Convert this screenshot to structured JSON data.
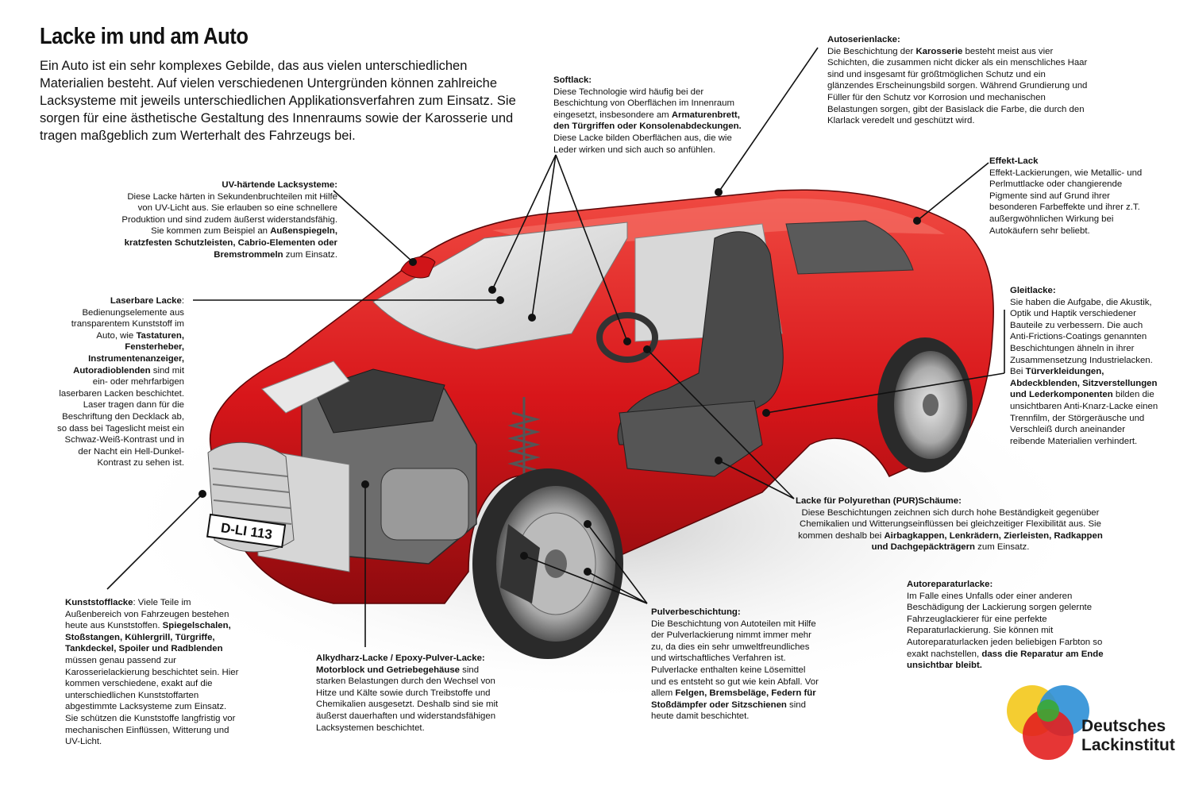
{
  "title": "Lacke im und am Auto",
  "intro": "Ein Auto ist ein sehr komplexes Gebilde, das aus vielen unterschiedlichen Materialien besteht. Auf vielen verschiedenen Untergründen können zahlreiche Lacksysteme mit jeweils unterschiedlichen Applikationsverfahren zum Einsatz. Sie sorgen für eine ästhetische Gestaltung des Innenraums sowie der Karosserie und tragen maßgeblich zum Werterhalt des Fahrzeugs bei.",
  "plate": "D-LI 113",
  "callouts": {
    "softlack": {
      "heading": "Softlack:",
      "t1": "Diese Technologie wird häufig bei der Beschichtung von Oberflächen im Innenraum eingesetzt, insbesondere am ",
      "b1": "Armaturenbrett, den Türgriffen oder Konsolenabdeckungen.",
      "t2": " Diese Lacke bilden Oberflächen aus, die wie Leder wirken und sich auch so anfühlen."
    },
    "autoserien": {
      "heading": "Autoserienlacke:",
      "t1": "Die Beschichtung der ",
      "b1": "Karosserie",
      "t2": " besteht meist aus vier Schichten, die zusammen nicht dicker als ein menschliches Haar sind und insgesamt für größtmöglichen Schutz und ein glänzendes Erscheinungsbild sorgen. Während Grundierung und Füller für den Schutz vor Korrosion und mechanischen Belastungen sorgen, gibt der Basislack die Farbe, die durch den Klarlack veredelt und geschützt wird."
    },
    "effekt": {
      "heading": "Effekt-Lack",
      "text": "Effekt-Lackierungen, wie Metallic- und Perlmuttlacke oder changierende Pigmente sind auf Grund ihrer besonderen Farbeffekte und ihrer z.T. außergwöhnlichen Wirkung bei Autokäufern sehr beliebt."
    },
    "uv": {
      "heading": "UV-härtende Lacksysteme:",
      "t1": "Diese Lacke härten in Sekundenbruchteilen mit Hilfe von UV-Licht aus. Sie erlauben so eine schnellere Produktion und sind zudem äußerst widerstandsfähig. Sie kommen zum Beispiel an ",
      "b1": "Außenspiegeln, kratzfesten Schutzleisten, Cabrio-Elementen oder Bremstrommeln",
      "t2": " zum Einsatz."
    },
    "laser": {
      "heading": "Laserbare Lacke",
      "t1": ": Bedienungselemente aus transparentem Kunststoff im Auto, wie ",
      "b1": "Tastaturen, Fensterheber, Instrumentenanzeiger, Autoradioblenden",
      "t2": " sind mit ein- oder mehrfarbigen laserbaren Lacken beschichtet. Laser tragen dann für die Beschriftung den Decklack ab, so dass bei Tageslicht meist ein Schwaz-Weiß-Kontrast und in der Nacht ein Hell-Dunkel-Kontrast zu sehen ist."
    },
    "gleit": {
      "heading": "Gleitlacke:",
      "t1": "Sie haben die Aufgabe, die Akustik, Optik und Haptik verschiedener Bauteile zu verbessern. Die auch Anti-Frictions-Coatings genannten Beschichtungen ähneln in ihrer Zusammensetzung Industrielacken. Bei ",
      "b1": "Türverkleidungen, Abdeckblenden, Sitzverstellungen und Lederkomponenten",
      "t2": " bilden die unsichtbaren Anti-Knarz-Lacke einen Trennfilm, der Störgeräusche und Verschleiß durch aneinander reibende Materialien verhindert."
    },
    "pur": {
      "heading": "Lacke für Polyurethan (PUR)Schäume:",
      "t1": "Diese Beschichtungen zeichnen sich durch hohe Beständigkeit gegenüber Chemikalien und Witterungseinflüssen bei gleichzeitiger Flexibilität aus. Sie kommen deshalb bei ",
      "b1": "Airbagkappen, Lenkrädern, Zierleisten, Radkappen und Dachgepäckträgern",
      "t2": " zum Einsatz."
    },
    "autorep": {
      "heading": "Autoreparaturlacke:",
      "t1": "Im Falle eines Unfalls oder einer anderen Beschädigung der Lackierung sorgen gelernte Fahrzeuglackierer für eine perfekte Reparaturlackierung. Sie können mit Autoreparaturlacken jeden beliebigen Farbton so exakt nachstellen, ",
      "b1": "dass die Reparatur am Ende unsichtbar bleibt."
    },
    "kunststoff": {
      "heading": "Kunststofflacke",
      "t1": ": Viele Teile im Außenbereich von Fahrzeugen bestehen heute aus Kunststoffen. ",
      "b1": "Spiegelschalen, Stoßstangen, Kühlergrill, Türgriffe, Tankdeckel, Spoiler und Radblenden",
      "t2": " müssen genau passend zur Karosserielackierung beschichtet sein. Hier kommen verschiedene, exakt auf die unterschiedlichen Kunststoffarten abgestimmte Lacksysteme zum Einsatz. Sie schützen die Kunststoffe langfristig vor mechanischen Einflüssen, Witterung und UV-Licht."
    },
    "alkyd": {
      "heading": "Alkydharz-Lacke / Epoxy-Pulver-Lacke:",
      "b1": "Motorblock und Getriebegehäuse",
      "t2": " sind starken Belastungen durch den Wechsel von Hitze und Kälte sowie durch Treibstoffe und Chemikalien ausgesetzt. Deshalb sind sie mit äußerst dauerhaften und widerstandsfähigen Lacksystemen beschichtet."
    },
    "pulver": {
      "heading": "Pulverbeschichtung:",
      "t1": "Die Beschichtung von Autoteilen mit Hilfe der Pulverlackierung nimmt immer mehr zu, da dies ein sehr umweltfreundliches und wirtschaftliches Verfahren ist. Pulverlacke enthalten keine Lösemittel und es entsteht so gut wie kein Abfall. Vor allem ",
      "b1": "Felgen, Bremsbeläge, Federn für Stoßdämpfer oder Sitzschienen",
      "t2": " sind heute damit beschichtet."
    }
  },
  "logo": {
    "line1": "Deutsches",
    "line2": "Lackinstitut"
  }
}
